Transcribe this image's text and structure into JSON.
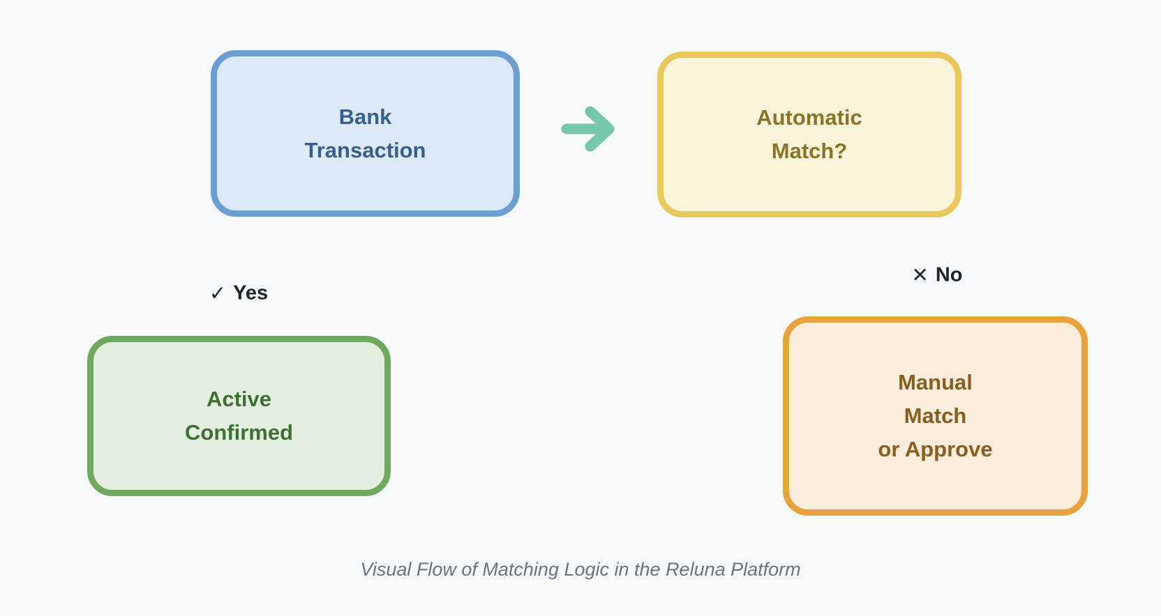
{
  "diagram": {
    "title_caption": "Visual Flow of Matching Logic in the Reluna Platform",
    "background_color": "#f7fafc",
    "nodes": [
      {
        "id": "bank-transaction",
        "lines": [
          "Bank",
          "Transaction"
        ],
        "fill": "#dceaf8",
        "border": "#6c9ed4",
        "text_color": "#3a5d90"
      },
      {
        "id": "automatic-match",
        "lines": [
          "Automatic",
          "Match?"
        ],
        "fill": "#fcf4da",
        "border": "#eac859",
        "text_color": "#8a7428"
      },
      {
        "id": "active-confirmed",
        "lines": [
          "Active",
          "Confirmed"
        ],
        "fill": "#e5efdf",
        "border": "#6ea95e",
        "text_color": "#3e7034"
      },
      {
        "id": "manual-match-or-approve",
        "lines": [
          "Manual",
          "Match",
          "or Approve"
        ],
        "fill": "#fbeddb",
        "border": "#e9a23c",
        "text_color": "#8a5e1e"
      }
    ],
    "edges": [
      {
        "from": "bank-transaction",
        "to": "automatic-match",
        "style": "arrow-right",
        "color": "#76c7ab"
      },
      {
        "from": "automatic-match",
        "to": "active-confirmed",
        "label": "Yes",
        "icon": "check-icon"
      },
      {
        "from": "automatic-match",
        "to": "manual-match-or-approve",
        "label": "No",
        "icon": "x-icon"
      }
    ],
    "labels": {
      "yes": {
        "icon_glyph": "✓",
        "text": "Yes",
        "color": "#20242e"
      },
      "no": {
        "icon_glyph": "✕",
        "text": "No",
        "color": "#20242e"
      }
    }
  }
}
